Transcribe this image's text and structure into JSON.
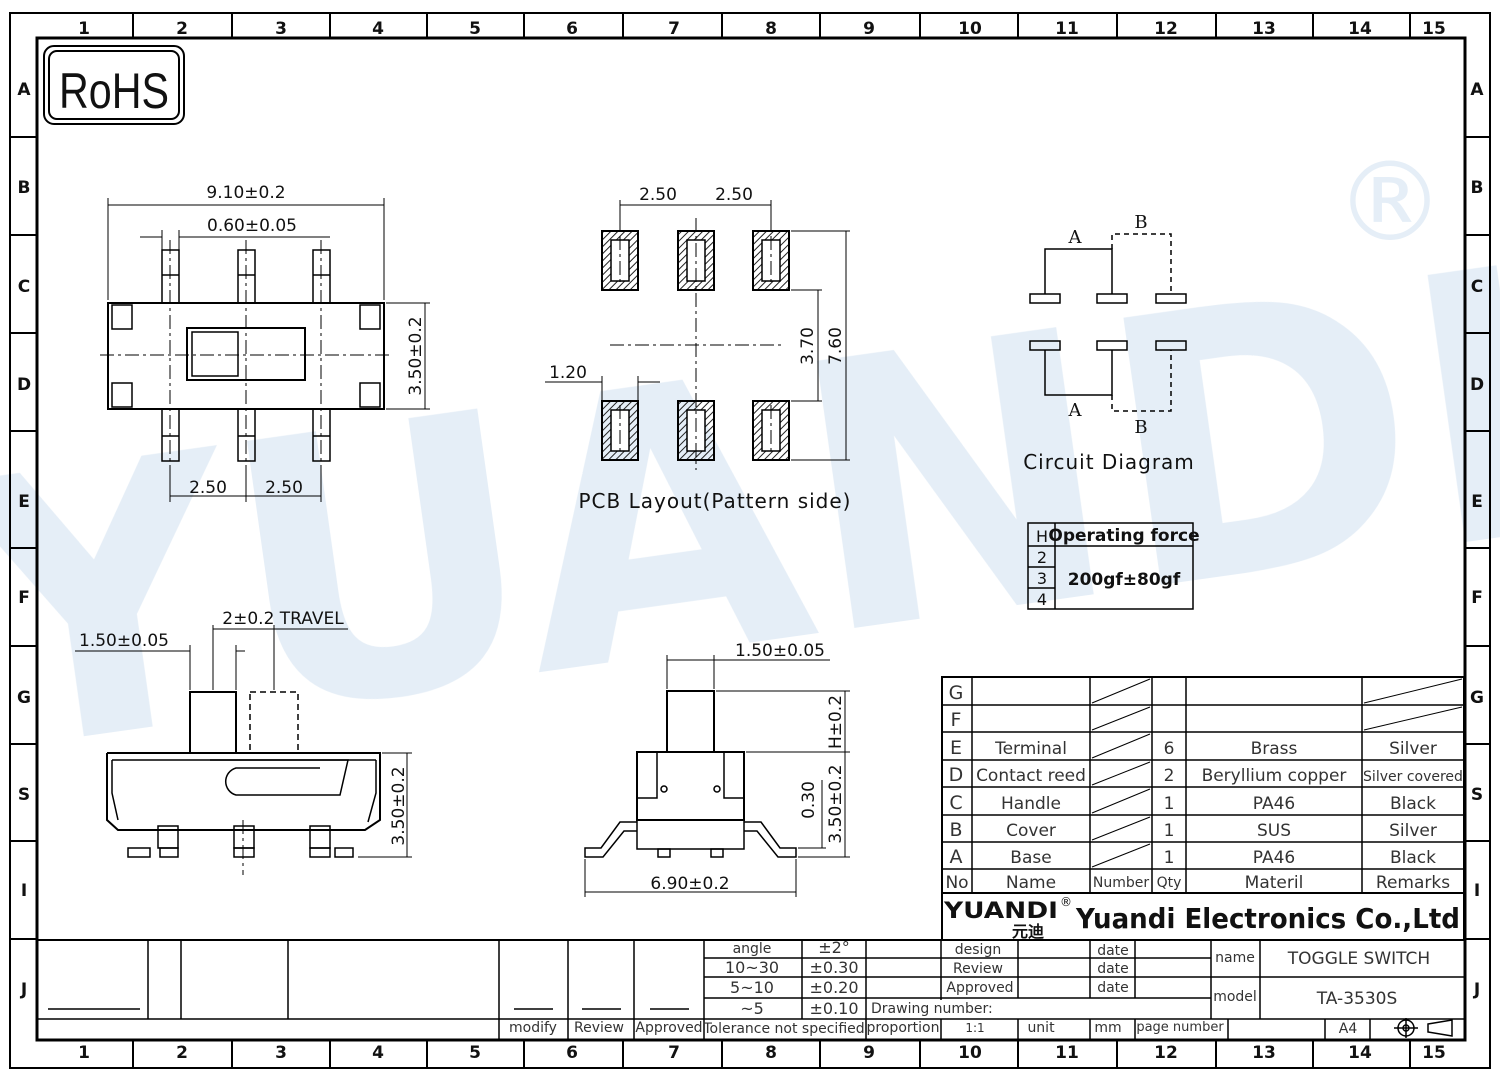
{
  "frame": {
    "col_labels": [
      "1",
      "2",
      "3",
      "4",
      "5",
      "6",
      "7",
      "8",
      "9",
      "10",
      "11",
      "12",
      "13",
      "14",
      "15"
    ],
    "row_labels": [
      "A",
      "B",
      "C",
      "D",
      "E",
      "F",
      "G",
      "S",
      "I",
      "J"
    ]
  },
  "rohs": "RoHS",
  "watermark": {
    "text": "YUANDI",
    "registered": "®"
  },
  "top_view": {
    "width_dim": "9.10±0.2",
    "pin_dim": "0.60±0.05",
    "height_dim": "3.50±0.2",
    "pitch_left": "2.50",
    "pitch_right": "2.50"
  },
  "pcb": {
    "pitch_left": "2.50",
    "pitch_right": "2.50",
    "pad_width": "1.20",
    "inner_dim": "3.70",
    "outer_dim": "7.60",
    "label": "PCB  Layout(Pattern  side)"
  },
  "circuit": {
    "label_a_top": "A",
    "label_b_top": "B",
    "label_a_bottom": "A",
    "label_b_bottom": "B",
    "label": "Circuit  Diagram"
  },
  "force_table": {
    "header_h": "H",
    "header_title": "Operating force",
    "rows": [
      "2",
      "3",
      "4"
    ],
    "value": "200gf±80gf"
  },
  "side_view": {
    "stem_dim": "1.50±0.05",
    "travel": "2±0.2 TRAVEL",
    "height_dim": "3.50±0.2"
  },
  "end_view": {
    "stem_dim": "1.50±0.05",
    "h_dim": "H±0.2",
    "thick_dim": "0.30",
    "height_dim": "3.50±0.2",
    "width_dim": "6.90±0.2"
  },
  "bom": {
    "header": [
      "No",
      "Name",
      "Number",
      "Qty",
      "Materil",
      "Remarks"
    ],
    "rows": [
      {
        "no": "G",
        "name": "",
        "qty": "",
        "material": "",
        "remarks": ""
      },
      {
        "no": "F",
        "name": "",
        "qty": "",
        "material": "",
        "remarks": ""
      },
      {
        "no": "E",
        "name": "Terminal",
        "qty": "6",
        "material": "Brass",
        "remarks": "Silver"
      },
      {
        "no": "D",
        "name": "Contact reed",
        "qty": "2",
        "material": "Beryllium copper",
        "remarks": "Silver covered"
      },
      {
        "no": "C",
        "name": "Handle",
        "qty": "1",
        "material": "PA46",
        "remarks": "Black"
      },
      {
        "no": "B",
        "name": "Cover",
        "qty": "1",
        "material": "SUS",
        "remarks": "Silver"
      },
      {
        "no": "A",
        "name": "Base",
        "qty": "1",
        "material": "PA46",
        "remarks": "Black"
      }
    ]
  },
  "company": {
    "logo": "YUANDI",
    "logo_cn": "元迪",
    "registered": "®",
    "name": "Yuandi Electronics Co.,Ltd"
  },
  "title_block": {
    "tol_rows": [
      {
        "range": "angle",
        "tol": "±2°"
      },
      {
        "range": "10~30",
        "tol": "±0.30"
      },
      {
        "range": "5~10",
        "tol": "±0.20"
      },
      {
        "range": "~5",
        "tol": "±0.10"
      }
    ],
    "modify": "modify",
    "review": "Review",
    "approved": "Approved",
    "tol_note": "Tolerance not specified",
    "design": "design",
    "review2": "Review",
    "approved2": "Approved",
    "date": "date",
    "drawing_number": "Drawing number:",
    "proportion": "proportion",
    "scale": "1:1",
    "unit": "unit",
    "mm": "mm",
    "page_number": "page number",
    "name_label": "name",
    "name_value": "TOGGLE SWITCH",
    "model_label": "model",
    "model_value": "TA-3530S",
    "sheet": "A4"
  }
}
